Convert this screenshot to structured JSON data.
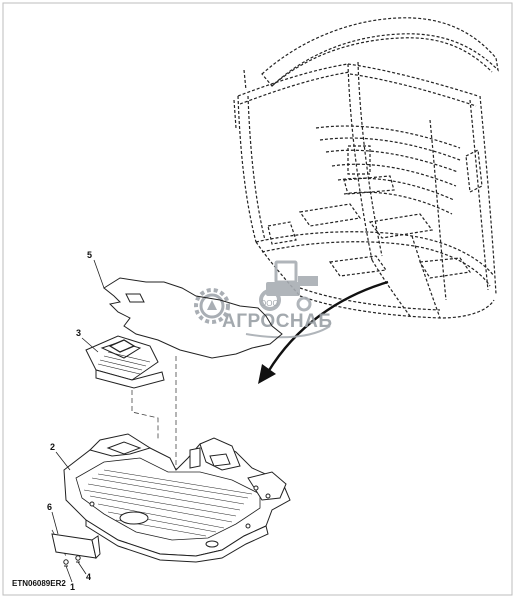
{
  "diagram": {
    "callouts": [
      "1",
      "2",
      "3",
      "4",
      "5",
      "6"
    ],
    "figure_code": "ETN06089ER2"
  },
  "watermark": {
    "prefix": "ООО",
    "brand": "АГРОСНАБ"
  }
}
